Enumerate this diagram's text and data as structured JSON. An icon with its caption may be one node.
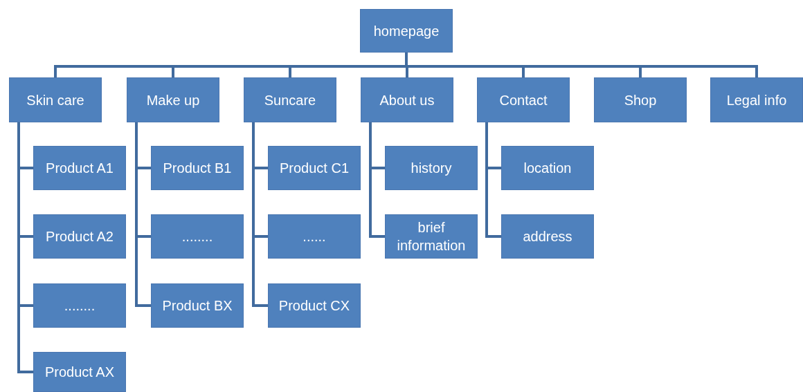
{
  "diagram": {
    "nodes": [
      {
        "text": [
          "homepage"
        ]
      },
      {
        "text": [
          "Skin care"
        ]
      },
      {
        "text": [
          "Make up"
        ]
      },
      {
        "text": [
          "Suncare"
        ]
      },
      {
        "text": [
          "About us"
        ]
      },
      {
        "text": [
          "Contact"
        ]
      },
      {
        "text": [
          "Shop"
        ]
      },
      {
        "text": [
          "Legal info"
        ]
      },
      {
        "text": [
          "Product A1"
        ]
      },
      {
        "text": [
          "Product A2"
        ]
      },
      {
        "text": [
          "........"
        ]
      },
      {
        "text": [
          "Product AX"
        ]
      },
      {
        "text": [
          "Product B1"
        ]
      },
      {
        "text": [
          "........"
        ]
      },
      {
        "text": [
          "Product BX"
        ]
      },
      {
        "text": [
          "Product C1"
        ]
      },
      {
        "text": [
          "......"
        ]
      },
      {
        "text": [
          "Product CX"
        ]
      },
      {
        "text": [
          "history"
        ]
      },
      {
        "text": [
          "brief information"
        ]
      },
      {
        "text": [
          "location"
        ]
      },
      {
        "text": [
          "address"
        ]
      }
    ],
    "edges": [
      {
        "from": 0,
        "to": 1,
        "arrow": "none"
      },
      {
        "from": 0,
        "to": 2,
        "arrow": "none"
      },
      {
        "from": 0,
        "to": 3,
        "arrow": "none"
      },
      {
        "from": 0,
        "to": 4,
        "arrow": "none"
      },
      {
        "from": 0,
        "to": 5,
        "arrow": "none"
      },
      {
        "from": 0,
        "to": 6,
        "arrow": "none"
      },
      {
        "from": 0,
        "to": 7,
        "arrow": "none"
      },
      {
        "from": 1,
        "to": 8,
        "arrow": "none"
      },
      {
        "from": 1,
        "to": 9,
        "arrow": "none"
      },
      {
        "from": 1,
        "to": 10,
        "arrow": "none"
      },
      {
        "from": 1,
        "to": 11,
        "arrow": "none"
      },
      {
        "from": 2,
        "to": 12,
        "arrow": "none"
      },
      {
        "from": 2,
        "to": 13,
        "arrow": "none"
      },
      {
        "from": 2,
        "to": 14,
        "arrow": "none"
      },
      {
        "from": 3,
        "to": 15,
        "arrow": "none"
      },
      {
        "from": 3,
        "to": 16,
        "arrow": "none"
      },
      {
        "from": 3,
        "to": 17,
        "arrow": "none"
      },
      {
        "from": 4,
        "to": 18,
        "arrow": "none"
      },
      {
        "from": 4,
        "to": 19,
        "arrow": "none"
      },
      {
        "from": 5,
        "to": 20,
        "arrow": "none"
      },
      {
        "from": 5,
        "to": 21,
        "arrow": "none"
      }
    ]
  }
}
